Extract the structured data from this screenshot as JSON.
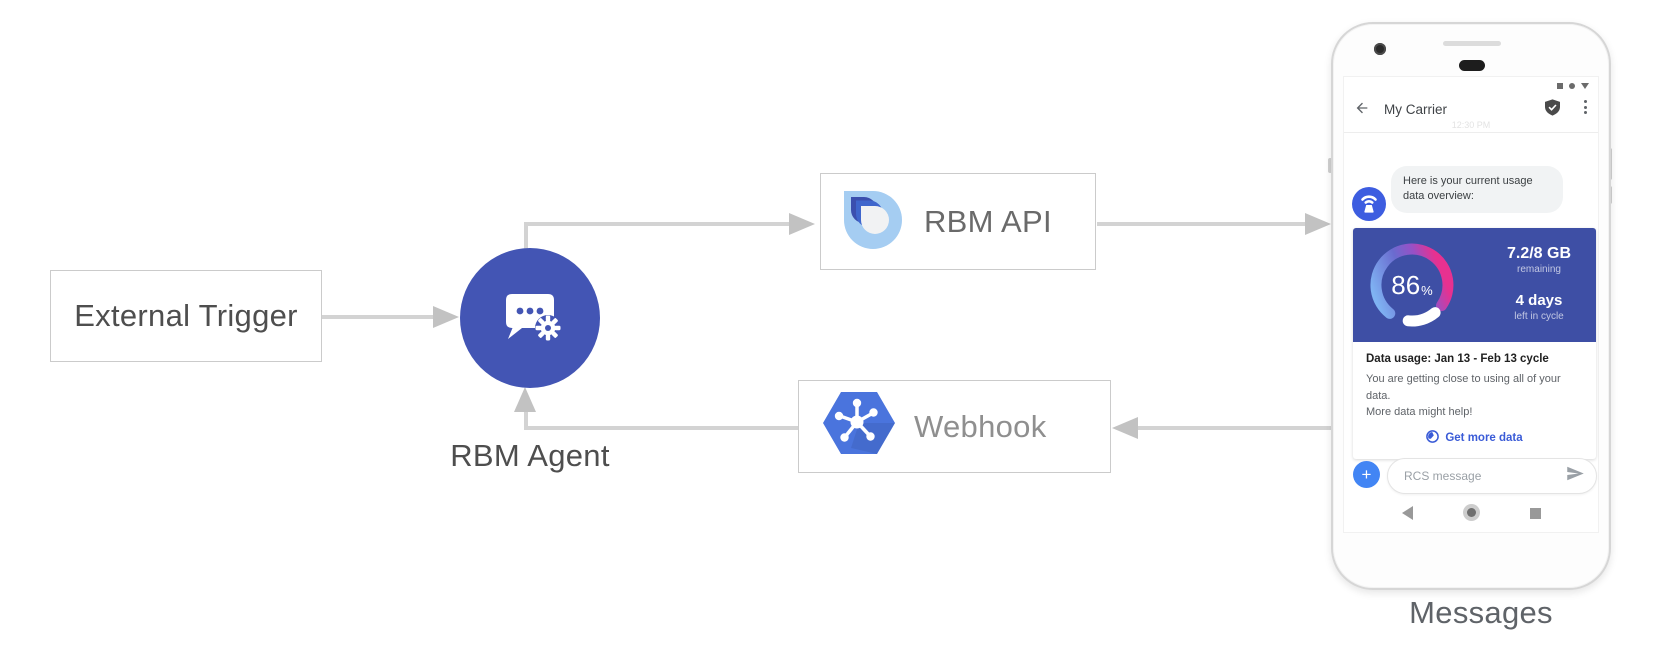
{
  "diagram": {
    "external_trigger_label": "External Trigger",
    "rbm_agent_label": "RBM Agent",
    "rbm_api_label": "RBM API",
    "webhook_label": "Webhook",
    "phone_caption": "Messages"
  },
  "phone": {
    "header": {
      "title": "My Carrier"
    },
    "timestamp": "12:30 PM",
    "agent_message": "Here is your current usage data overview:",
    "usage_card": {
      "gauge_percent": "86",
      "gauge_percent_symbol": "%",
      "data_value": "7.2/8 GB",
      "data_caption": "remaining",
      "days_value": "4 days",
      "days_caption": "left in cycle",
      "title": "Data usage: Jan 13 - Feb 13 cycle",
      "body_line1": "You are getting close to using all of your data.",
      "body_line2": "More data might help!",
      "action_label": "Get more data"
    },
    "compose": {
      "plus_label": "+",
      "placeholder": "RCS message"
    }
  },
  "colors": {
    "agent_circle_blue": "#4355b4",
    "card_header_blue": "#3e4fa5",
    "gauge_gradient": [
      "#7fb3f3",
      "#6a6bcf",
      "#9751c6",
      "#e73190"
    ],
    "avatar_blue": "#3d5de0",
    "plus_button_blue": "#4285f4",
    "action_link_blue": "#3a5bd7",
    "webhook_hex_blue": "#4a74dd",
    "connector_gray": "#d3d3d3"
  }
}
